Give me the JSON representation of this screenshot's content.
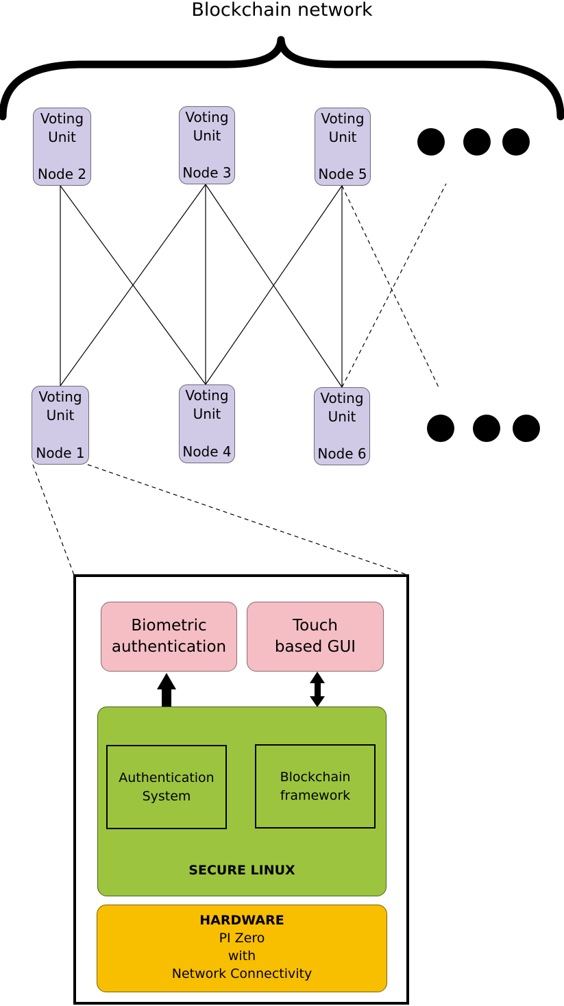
{
  "title": "Blockchain network",
  "nodes": [
    {
      "line1": "Voting",
      "line2": "Unit",
      "line3": "Node 2"
    },
    {
      "line1": "Voting",
      "line2": "Unit",
      "line3": "Node 3"
    },
    {
      "line1": "Voting",
      "line2": "Unit",
      "line3": "Node 5"
    },
    {
      "line1": "Voting",
      "line2": "Unit",
      "line3": "Node 1"
    },
    {
      "line1": "Voting",
      "line2": "Unit",
      "line3": "Node 4"
    },
    {
      "line1": "Voting",
      "line2": "Unit",
      "line3": "Node 6"
    }
  ],
  "detail": {
    "biometric": {
      "line1": "Biometric",
      "line2": "authentication"
    },
    "gui": {
      "line1": "Touch",
      "line2": "based GUI"
    },
    "auth_system": {
      "line1": "Authentication",
      "line2": "System"
    },
    "blockchain_framework": {
      "line1": "Blockchain",
      "line2": "framework"
    },
    "os_label": "SECURE LINUX",
    "hardware": {
      "title": "HARDWARE",
      "line1": "PI Zero",
      "line2": "with",
      "line3": "Network Connectivity"
    }
  },
  "colors": {
    "node_fill": "#d1cae6",
    "app_fill": "#f4bec4",
    "os_fill": "#9dc43e",
    "hardware_fill": "#f8be00"
  }
}
